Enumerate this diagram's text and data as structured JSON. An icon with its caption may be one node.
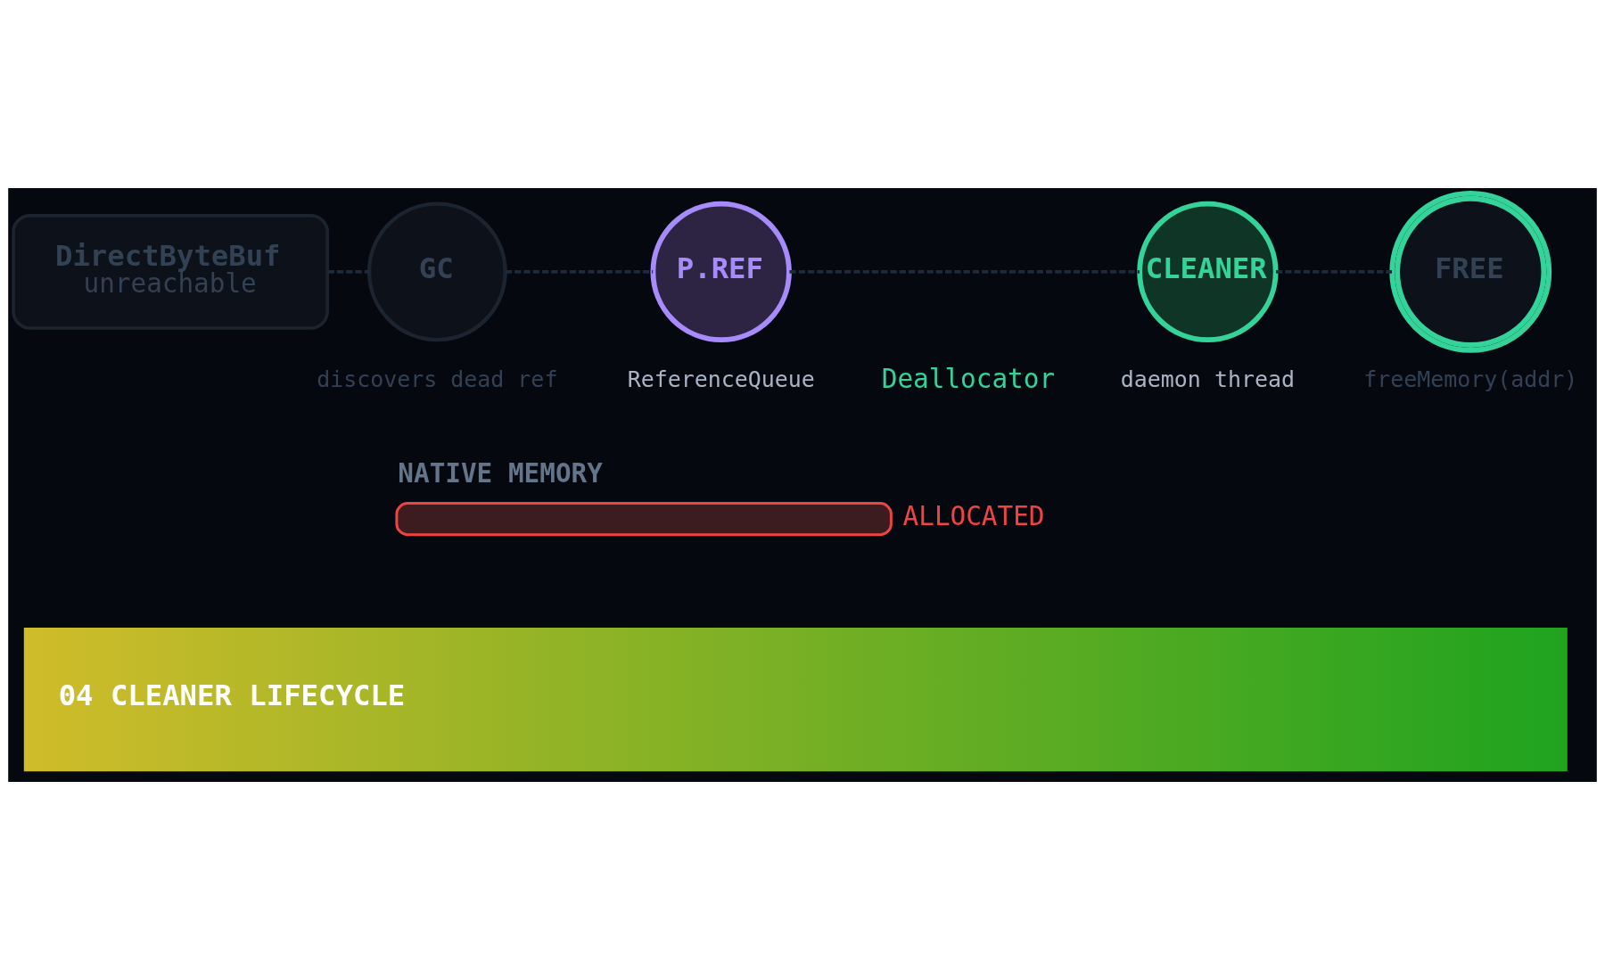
{
  "diagram": {
    "title": "04 CLEANER LIFECYCLE",
    "nodes": [
      {
        "text": [
          "DirectByteBuf",
          "unreachable"
        ]
      },
      {
        "text": [
          "GC"
        ],
        "beside": [
          "discovers dead ref"
        ]
      },
      {
        "text": [
          "P.REF"
        ],
        "beside": [
          "ReferenceQueue"
        ]
      },
      {
        "text": [
          "CLEANER"
        ],
        "beside": [
          "daemon thread"
        ]
      },
      {
        "text": [
          "FREE"
        ],
        "beside": [
          "freeMemory(addr)"
        ]
      },
      {
        "text": [
          "NATIVE MEMORY"
        ],
        "beside": [
          "ALLOCATED"
        ]
      }
    ],
    "edges": [
      {
        "from": 0,
        "to": 1,
        "arrow": "none",
        "style": "dashed"
      },
      {
        "from": 1,
        "to": 2,
        "arrow": "none",
        "style": "dashed"
      },
      {
        "from": 2,
        "to": 3,
        "arrow": "none",
        "style": "dashed"
      },
      {
        "from": 3,
        "to": 4,
        "arrow": "none",
        "style": "dashed"
      }
    ],
    "labels": [
      "Deallocator"
    ]
  }
}
